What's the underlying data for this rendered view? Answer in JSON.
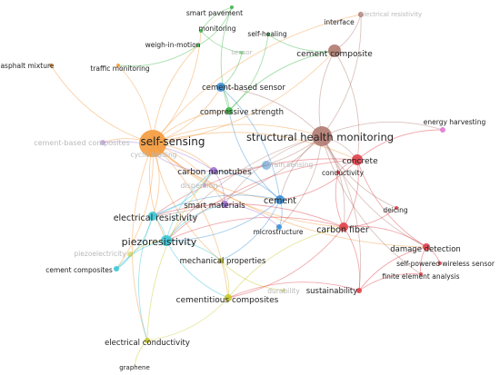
{
  "colors": {
    "orange": "#f39a3c",
    "brown": "#b07a70",
    "blue": "#3a8fd6",
    "green": "#3cb54a",
    "purple": "#a070d8",
    "red": "#e0404a",
    "cyan": "#38c6d6",
    "yellow": "#c8c82a",
    "pink": "#e07ad8"
  },
  "nodes": [
    {
      "id": "self-sensing",
      "label": "self-sensing",
      "group": "orange"
    },
    {
      "id": "shm",
      "label": "structural health monitoring",
      "group": "brown"
    },
    {
      "id": "cement-composite",
      "label": "cement composite",
      "group": "brown"
    },
    {
      "id": "interface",
      "label": "interface",
      "group": "brown"
    },
    {
      "id": "brown-faint",
      "label": "electrical resistivity",
      "group": "brown",
      "faint": true
    },
    {
      "id": "cement-based-sensor",
      "label": "cement-based sensor",
      "group": "blue"
    },
    {
      "id": "compressive-strength",
      "label": "compressive strength",
      "group": "green"
    },
    {
      "id": "smart-pavement",
      "label": "smart pavement",
      "group": "green"
    },
    {
      "id": "monitoring",
      "label": "monitoring",
      "group": "green"
    },
    {
      "id": "self-healing",
      "label": "self-healing",
      "group": "green"
    },
    {
      "id": "weigh-in-motion",
      "label": "weigh-in-motion",
      "group": "green"
    },
    {
      "id": "sensor",
      "label": "sensor",
      "group": "green",
      "faint": true
    },
    {
      "id": "traffic-monitoring",
      "label": "traffic monitoring",
      "group": "orange"
    },
    {
      "id": "asphalt-mixture",
      "label": "asphalt mixture",
      "group": "orange"
    },
    {
      "id": "cement-based-composites",
      "label": "cement-based composites",
      "group": "purple",
      "faint": true
    },
    {
      "id": "cyclic-loading",
      "label": "cyclic loading",
      "group": "purple",
      "faint": true
    },
    {
      "id": "carbon-nanotubes",
      "label": "carbon nanotubes",
      "group": "purple"
    },
    {
      "id": "dispersion",
      "label": "dispersion",
      "group": "purple",
      "faint": true
    },
    {
      "id": "smart-materials",
      "label": "smart materials",
      "group": "purple"
    },
    {
      "id": "cement",
      "label": "cement",
      "group": "blue"
    },
    {
      "id": "microstructure",
      "label": "microstructure",
      "group": "blue"
    },
    {
      "id": "blue-faint",
      "label": "strain sensing",
      "group": "blue",
      "faint": true
    },
    {
      "id": "concrete",
      "label": "concrete",
      "group": "red"
    },
    {
      "id": "conductivity",
      "label": "conductivity",
      "group": "red"
    },
    {
      "id": "carbon-fiber",
      "label": "carbon fiber",
      "group": "red"
    },
    {
      "id": "deicing",
      "label": "deicing",
      "group": "red"
    },
    {
      "id": "damage-detection",
      "label": "damage detection",
      "group": "red"
    },
    {
      "id": "self-powered-wireless-sensor",
      "label": "self-powered wireless sensor",
      "group": "red"
    },
    {
      "id": "finite-element-analysis",
      "label": "finite element analysis",
      "group": "red"
    },
    {
      "id": "sustainability",
      "label": "sustainability",
      "group": "red"
    },
    {
      "id": "energy-harvesting",
      "label": "energy harvesting",
      "group": "pink"
    },
    {
      "id": "electrical-resistivity",
      "label": "electrical resistivity",
      "group": "cyan"
    },
    {
      "id": "piezoresistivity",
      "label": "piezoresistivity",
      "group": "cyan"
    },
    {
      "id": "cement-composites",
      "label": "cement composites",
      "group": "cyan"
    },
    {
      "id": "piezoelectric",
      "label": "piezoelectricity",
      "group": "yellow",
      "faint": true
    },
    {
      "id": "mechanical-properties",
      "label": "mechanical properties",
      "group": "yellow"
    },
    {
      "id": "cementitious-composites",
      "label": "cementitious composites",
      "group": "yellow"
    },
    {
      "id": "durability",
      "label": "durability",
      "group": "yellow",
      "faint": true
    },
    {
      "id": "electrical-conductivity",
      "label": "electrical conductivity",
      "group": "yellow"
    },
    {
      "id": "graphene",
      "label": "graphene",
      "group": "yellow"
    }
  ],
  "edges": [
    [
      "self-sensing",
      "shm"
    ],
    [
      "self-sensing",
      "cement-composite"
    ],
    [
      "self-sensing",
      "interface"
    ],
    [
      "self-sensing",
      "cement-based-sensor"
    ],
    [
      "self-sensing",
      "compressive-strength"
    ],
    [
      "self-sensing",
      "traffic-monitoring"
    ],
    [
      "self-sensing",
      "asphalt-mixture"
    ],
    [
      "self-sensing",
      "cement-based-composites"
    ],
    [
      "self-sensing",
      "carbon-nanotubes"
    ],
    [
      "self-sensing",
      "cement"
    ],
    [
      "self-sensing",
      "concrete"
    ],
    [
      "self-sensing",
      "carbon-fiber"
    ],
    [
      "self-sensing",
      "electrical-resistivity"
    ],
    [
      "self-sensing",
      "piezoresistivity"
    ],
    [
      "self-sensing",
      "cement-composites"
    ],
    [
      "self-sensing",
      "mechanical-properties"
    ],
    [
      "self-sensing",
      "cementitious-composites"
    ],
    [
      "self-sensing",
      "electrical-conductivity"
    ],
    [
      "self-sensing",
      "smart-materials"
    ],
    [
      "self-sensing",
      "damage-detection"
    ],
    [
      "self-sensing",
      "weigh-in-motion"
    ],
    [
      "self-sensing",
      "monitoring"
    ],
    [
      "shm",
      "concrete"
    ],
    [
      "shm",
      "cement"
    ],
    [
      "shm",
      "carbon-fiber"
    ],
    [
      "shm",
      "damage-detection"
    ],
    [
      "shm",
      "cement-composite"
    ],
    [
      "shm",
      "interface"
    ],
    [
      "shm",
      "energy-harvesting"
    ],
    [
      "shm",
      "piezoresistivity"
    ],
    [
      "shm",
      "electrical-resistivity"
    ],
    [
      "shm",
      "cement-based-sensor"
    ],
    [
      "shm",
      "carbon-nanotubes"
    ],
    [
      "shm",
      "smart-materials"
    ],
    [
      "shm",
      "sustainability"
    ],
    [
      "shm",
      "finite-element-analysis"
    ],
    [
      "shm",
      "microstructure"
    ],
    [
      "shm",
      "deicing"
    ],
    [
      "concrete",
      "carbon-fiber"
    ],
    [
      "concrete",
      "damage-detection"
    ],
    [
      "concrete",
      "energy-harvesting"
    ],
    [
      "concrete",
      "piezoresistivity"
    ],
    [
      "concrete",
      "cement"
    ],
    [
      "concrete",
      "electrical-resistivity"
    ],
    [
      "carbon-fiber",
      "damage-detection"
    ],
    [
      "carbon-fiber",
      "piezoresistivity"
    ],
    [
      "carbon-fiber",
      "sustainability"
    ],
    [
      "carbon-fiber",
      "electrical-resistivity"
    ],
    [
      "carbon-fiber",
      "cementitious-composites"
    ],
    [
      "carbon-fiber",
      "deicing"
    ],
    [
      "cement",
      "piezoresistivity"
    ],
    [
      "cement",
      "carbon-nanotubes"
    ],
    [
      "cement",
      "microstructure"
    ],
    [
      "cement",
      "electrical-resistivity"
    ],
    [
      "cement",
      "compressive-strength"
    ],
    [
      "cement",
      "cement-based-sensor"
    ],
    [
      "cement",
      "mechanical-properties"
    ],
    [
      "piezoresistivity",
      "electrical-resistivity"
    ],
    [
      "piezoresistivity",
      "carbon-nanotubes"
    ],
    [
      "piezoresistivity",
      "cement-composites"
    ],
    [
      "piezoresistivity",
      "mechanical-properties"
    ],
    [
      "piezoresistivity",
      "cementitious-composites"
    ],
    [
      "piezoresistivity",
      "smart-materials"
    ],
    [
      "electrical-resistivity",
      "carbon-nanotubes"
    ],
    [
      "electrical-resistivity",
      "cement-composites"
    ],
    [
      "electrical-resistivity",
      "electrical-conductivity"
    ],
    [
      "cementitious-composites",
      "electrical-conductivity"
    ],
    [
      "cementitious-composites",
      "mechanical-properties"
    ],
    [
      "cementitious-composites",
      "carbon-fiber"
    ],
    [
      "electrical-conductivity",
      "graphene"
    ],
    [
      "electrical-conductivity",
      "carbon-nanotubes"
    ],
    [
      "compressive-strength",
      "cement-based-sensor"
    ],
    [
      "compressive-strength",
      "smart-pavement"
    ],
    [
      "compressive-strength",
      "self-healing"
    ],
    [
      "compressive-strength",
      "cement-composite"
    ],
    [
      "smart-pavement",
      "monitoring"
    ],
    [
      "smart-pavement",
      "weigh-in-motion"
    ],
    [
      "self-healing",
      "cement-composite"
    ],
    [
      "weigh-in-motion",
      "traffic-monitoring"
    ],
    [
      "monitoring",
      "sensor"
    ],
    [
      "sensor",
      "cement-based-sensor"
    ],
    [
      "cement-composite",
      "interface"
    ],
    [
      "cement-composite",
      "concrete"
    ],
    [
      "carbon-nanotubes",
      "dispersion"
    ],
    [
      "carbon-nanotubes",
      "smart-materials"
    ],
    [
      "carbon-nanotubes",
      "cement-based-composites"
    ],
    [
      "carbon-nanotubes",
      "cyclic-loading"
    ],
    [
      "damage-detection",
      "sustainability"
    ],
    [
      "damage-detection",
      "self-powered-wireless-sensor"
    ],
    [
      "damage-detection",
      "finite-element-analysis"
    ],
    [
      "sustainability",
      "finite-element-analysis"
    ],
    [
      "sustainability",
      "cementitious-composites"
    ],
    [
      "conductivity",
      "concrete"
    ],
    [
      "conductivity",
      "carbon-fiber"
    ],
    [
      "smart-materials",
      "microstructure"
    ],
    [
      "mechanical-properties",
      "durability"
    ],
    [
      "piezoelectric",
      "piezoresistivity"
    ],
    [
      "cement-composites",
      "piezoelectric"
    ]
  ]
}
